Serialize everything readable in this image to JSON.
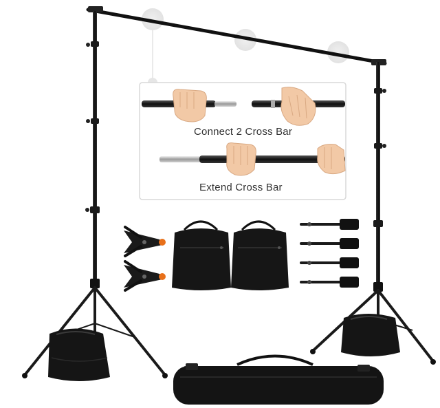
{
  "inset": {
    "connect_label": "Connect 2 Cross Bar",
    "extend_label": "Extend Cross Bar"
  },
  "colors": {
    "metal": "#1b1b1b",
    "bag": "#161616",
    "clamp_accent": "#e8701a",
    "inset_border": "#d8d8d8",
    "skin": "#f2c9a6"
  },
  "items": [
    "crossbar",
    "light-stand-left",
    "light-stand-right",
    "sandbag",
    "spring-clamp",
    "backdrop-clip",
    "carry-bag"
  ]
}
